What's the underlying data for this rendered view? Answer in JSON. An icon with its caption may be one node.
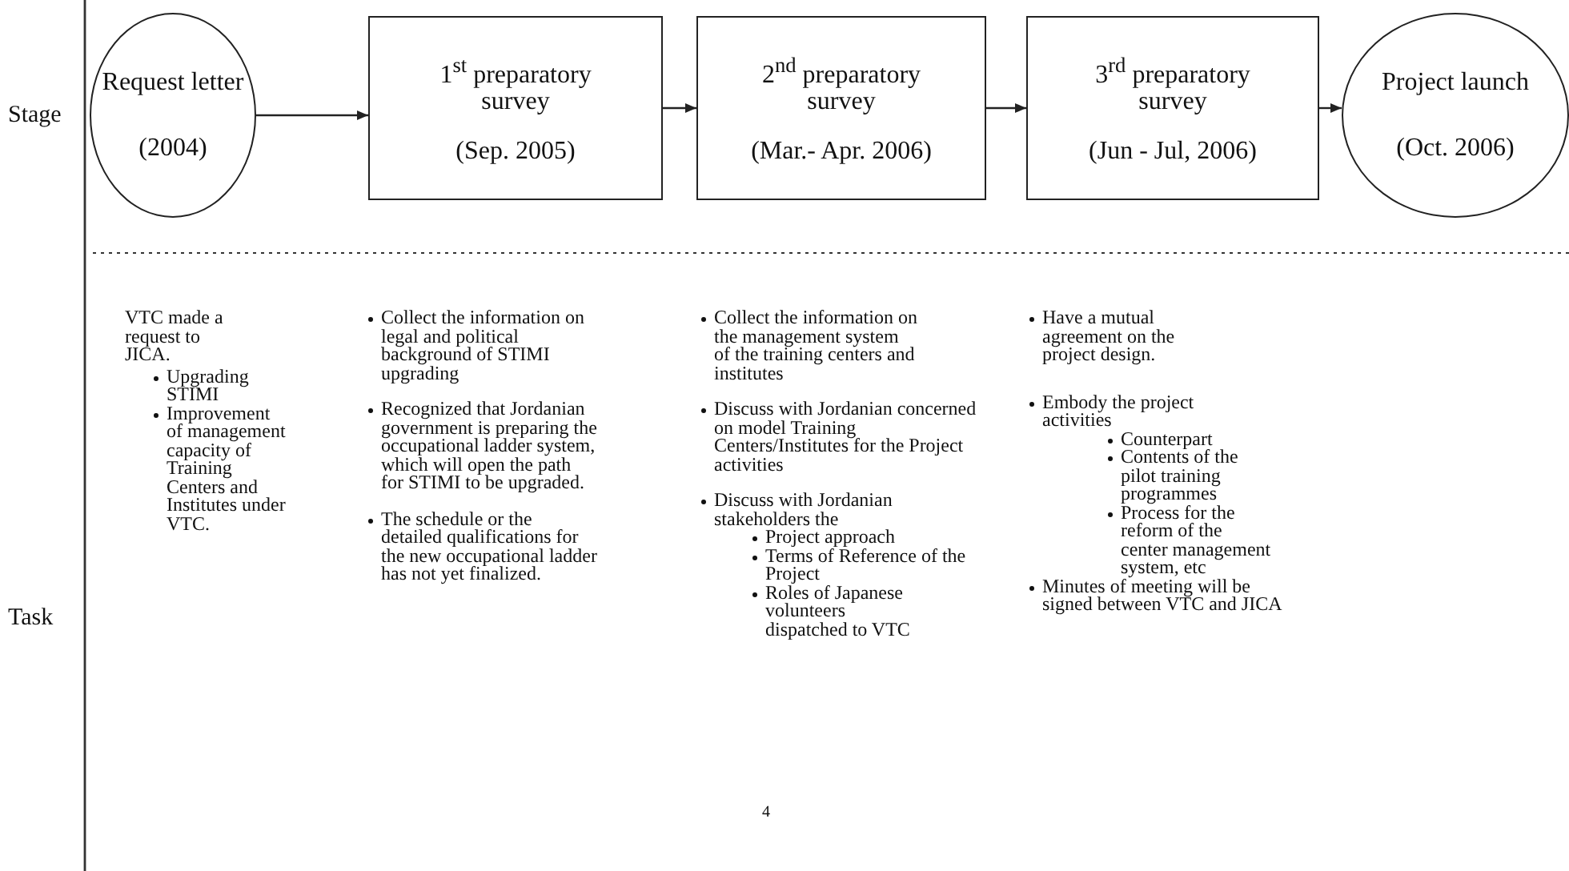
{
  "diagram": {
    "nodes": [
      {
        "text": [
          "Request letter",
          "(2004)"
        ]
      },
      {
        "text": [
          "1$^{st}$ preparatory survey",
          "(Sep. 2005)"
        ]
      },
      {
        "text": [
          "2$^{nd}$ preparatory survey",
          "(Mar.- Apr. 2006)"
        ]
      },
      {
        "text": [
          "3$^{rd}$ preparatory survey",
          "(Jun - Jul, 2006)"
        ]
      },
      {
        "text": [
          "Project launch",
          "(Oct. 2006)"
        ]
      }
    ],
    "edges": [
      {
        "from": 0,
        "to": 1,
        "arrow": "to"
      },
      {
        "from": 1,
        "to": 2,
        "arrow": "to"
      },
      {
        "from": 2,
        "to": 3,
        "arrow": "to"
      },
      {
        "from": 3,
        "to": 4,
        "arrow": "to"
      }
    ],
    "labels": [
      "Stage",
      "Task",
      "VTC made a request to JICA.",
      "Upgrading STIMI",
      "Improvement of management capacity of Training Centers and Institutes under VTC.",
      "Collect the information on legal and political background of STIMI upgrading",
      "Recognized that Jordanian government is preparing the occupational ladder system, which will open the path for STIMI to be upgraded.",
      "The schedule or the detailed qualifications for the new occupational ladder has not yet finalized.",
      "Collect the information on the management system of the training centers and institutes",
      "Discuss with Jordanian concerned on model Training Centers/Institutes for the Project activities",
      "Discuss with Jordanian stakeholders the",
      "Project approach",
      "Terms of Reference of the Project",
      "Roles of Japanese volunteers dispatched to VTC",
      "Have a mutual agreement on the project design.",
      "Embody the project activities",
      "Counterpart",
      "Contents of the pilot training programmes",
      "Process for the reform of the center management system, etc",
      "Minutes of meeting will be signed between VTC and JICA",
      "4"
    ]
  }
}
